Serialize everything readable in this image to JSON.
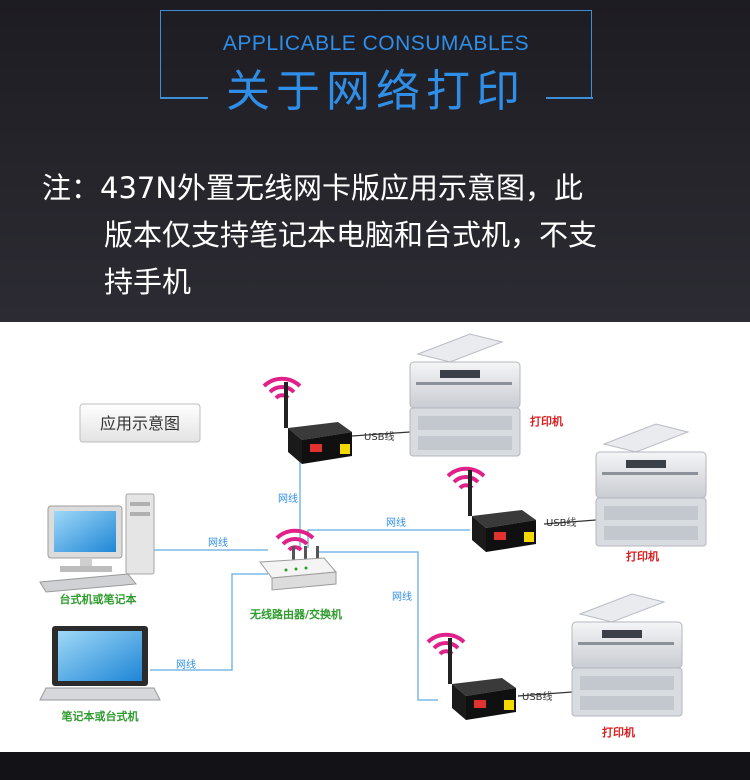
{
  "header": {
    "title_en": "APPLICABLE CONSUMABLES",
    "title_cn": "关于网络打印",
    "note_lines": [
      "注：437N外置无线网卡版应用示意图，此",
      "版本仅支持笔记本电脑和台式机，不支",
      "持手机"
    ]
  },
  "diagram": {
    "label_box": "应用示意图",
    "router_label": "无线路由器/交换机",
    "desktop_label": "台式机或笔记本",
    "laptop_label": "笔记本或台式机",
    "printer_label": "打印机",
    "usb_label": "USB线",
    "net_label": "网线"
  },
  "colors": {
    "accent_blue": "#2f8ee8",
    "wifi_magenta": "#e0218a",
    "cable_blue": "#7ab8e6",
    "label_green": "#2f9c2f",
    "printer_red": "#d81e1e"
  }
}
